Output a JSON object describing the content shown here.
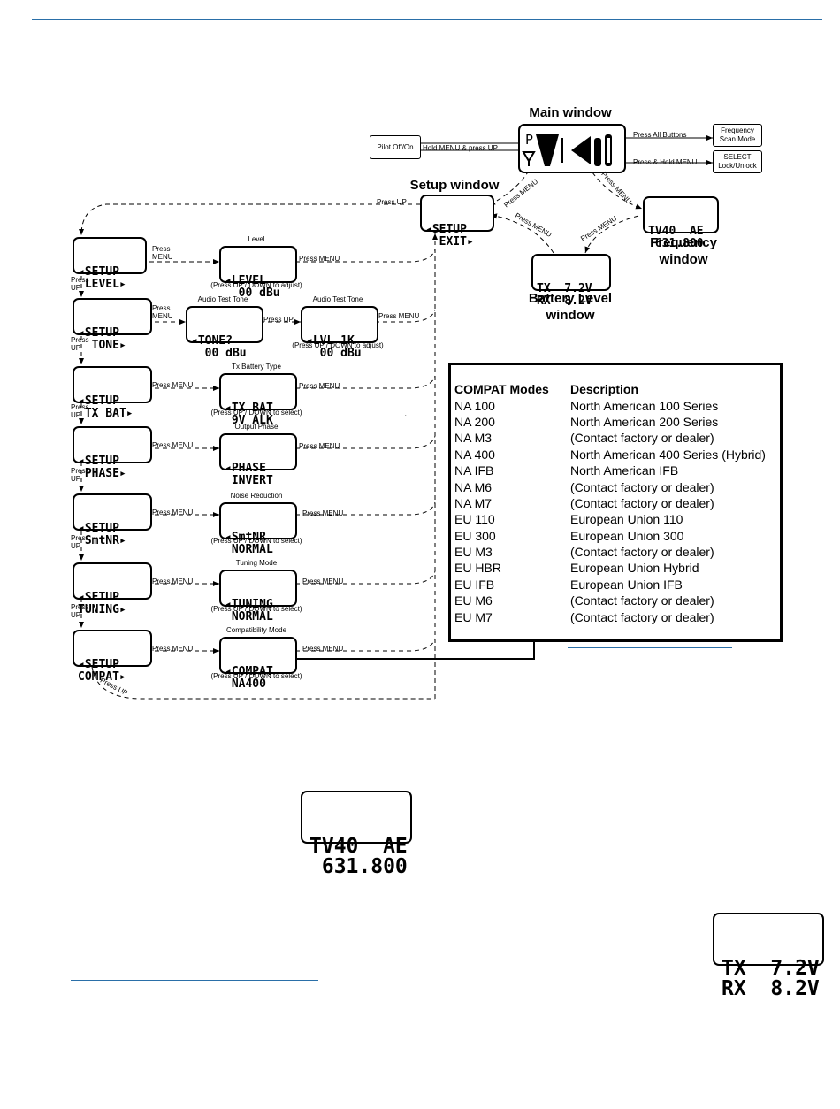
{
  "main": {
    "title": "Main window",
    "pilot_btn": "Pilot   Off/On",
    "hold_menu_up": "Hold MENU & press UP",
    "press_all": "Press All Buttons",
    "freq_scan_btn": "Frequency\nScan Mode",
    "press_hold_menu": "Press & Hold MENU",
    "select_btn": "SELECT\nLock/Unlock",
    "p_label": "P"
  },
  "setup": {
    "title": "Setup window",
    "lcd": [
      "◂SETUP",
      "  EXIT▸"
    ],
    "press_up": "Press UP"
  },
  "frequency": {
    "title": "Frequency\nwindow",
    "lcd": [
      "TV40  AE",
      " 631.800"
    ]
  },
  "battery": {
    "title": "Battery Level\nwindow",
    "lcd": [
      "TX  7.2V",
      "RX  8.2V"
    ]
  },
  "arrows": {
    "press_menu": "Press MENU",
    "press_menu_short": "Press\nMENU",
    "press_up_short": "Press\nUP",
    "press_up": "Press UP",
    "press_up_curve": "Press UP"
  },
  "rows": [
    {
      "left": [
        "◂SETUP",
        " LEVEL▸"
      ],
      "label": "Level",
      "right": [
        "◂LEVEL",
        "  00 dBu"
      ],
      "hint": "(Press UP / DOWN to adjust)"
    },
    {
      "left": [
        "◂SETUP",
        "  TONE▸"
      ],
      "label": "Audio Test Tone",
      "right": [
        "◂TONE?",
        "  00 dBu"
      ],
      "label2": "Audio Test Tone",
      "right2": [
        "◂LVL 1K",
        "  00 dBu"
      ],
      "hint2": "(Press UP / DOWN to adjust)"
    },
    {
      "left": [
        "◂SETUP",
        " TX BAT▸"
      ],
      "label": "Tx Battery Type",
      "right": [
        "◂TX BAT",
        " 9V ALK"
      ],
      "hint": "(Press UP / DOWN to select)"
    },
    {
      "left": [
        "◂SETUP",
        " PHASE▸"
      ],
      "label": "Output Phase",
      "right": [
        "◂PHASE",
        " INVERT"
      ],
      "hint": ""
    },
    {
      "left": [
        "◂SETUP",
        " SmtNR▸"
      ],
      "label": "Noise Reduction",
      "right": [
        "◂SmtNR",
        " NORMAL"
      ],
      "hint": "(Press UP / DOWN to select)"
    },
    {
      "left": [
        "◂SETUP",
        "TUNING▸"
      ],
      "label": "Tuning Mode",
      "right": [
        "◂TUNING",
        " NORMAL"
      ],
      "hint": "(Press UP / DOWN to select)"
    },
    {
      "left": [
        "◂SETUP",
        "COMPAT▸"
      ],
      "label": "Compatibility Mode",
      "right": [
        "◂COMPAT",
        " NA400"
      ],
      "hint": "(Press UP / DOWN to select)"
    }
  ],
  "compat_table": {
    "header": [
      "COMPAT Modes",
      "Description"
    ],
    "rows": [
      [
        "NA 100",
        "North American 100 Series"
      ],
      [
        "NA 200",
        "North American 200 Series"
      ],
      [
        "NA M3",
        "(Contact factory or dealer)"
      ],
      [
        "NA 400",
        "North American 400 Series (Hybrid)"
      ],
      [
        "NA IFB",
        "North American IFB"
      ],
      [
        "NA M6",
        "(Contact factory or dealer)"
      ],
      [
        "NA M7",
        "(Contact factory or dealer)"
      ],
      [
        "EU 110",
        "European Union 110"
      ],
      [
        "EU 300",
        "European Union 300"
      ],
      [
        "EU M3",
        "(Contact factory or dealer)"
      ],
      [
        "EU HBR",
        "European Union Hybrid"
      ],
      [
        "EU IFB",
        "European Union IFB"
      ],
      [
        "EU M6",
        "(Contact factory or dealer)"
      ],
      [
        "EU M7",
        "(Contact factory or dealer)"
      ]
    ]
  },
  "standalone": {
    "freq_lcd": [
      "TV40  AE",
      " 631.800"
    ],
    "batt_lcd": [
      "TX  7.2V",
      "RX  8.2V"
    ]
  },
  "colors": {
    "accent": "#2a6fa8"
  }
}
